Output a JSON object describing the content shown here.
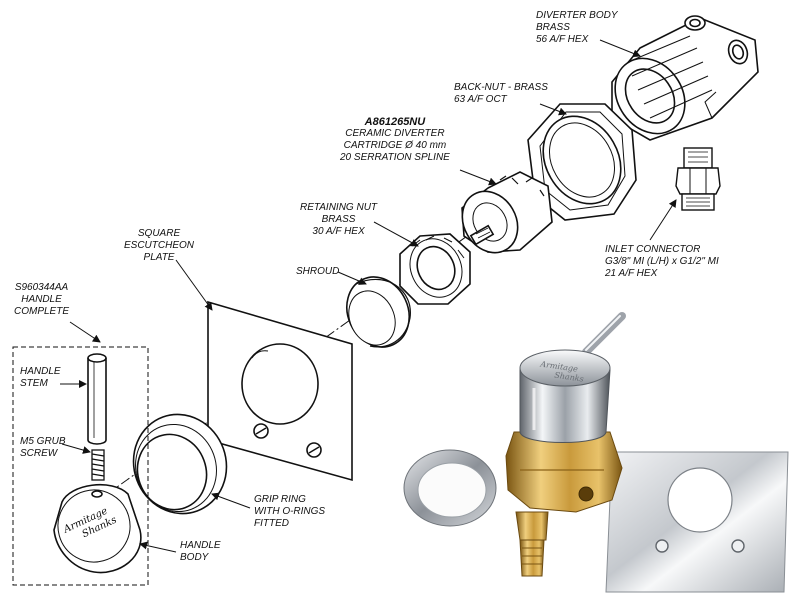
{
  "labels": {
    "diverter_body": [
      "DIVERTER BODY",
      "BRASS",
      "56 A/F HEX"
    ],
    "back_nut": [
      "BACK-NUT - BRASS",
      "63 A/F OCT"
    ],
    "cartridge_code": "A861265NU",
    "cartridge": [
      "CERAMIC DIVERTER",
      "CARTRIDGE Ø 40 mm",
      "20 SERRATION SPLINE"
    ],
    "retaining_nut": [
      "RETAINING NUT",
      "BRASS",
      "30 A/F HEX"
    ],
    "shroud": "SHROUD",
    "escutcheon": [
      "SQUARE",
      "ESCUTCHEON",
      "PLATE"
    ],
    "inlet_connector": [
      "INLET CONNECTOR",
      "G3/8\" MI (L/H) x G1/2\" MI",
      "21 A/F HEX"
    ],
    "handle_complete": [
      "S960344AA",
      "HANDLE",
      "COMPLETE"
    ],
    "handle_stem": [
      "HANDLE",
      "STEM"
    ],
    "grub_screw": [
      "M5 GRUB",
      "SCREW"
    ],
    "grip_ring": [
      "GRIP RING",
      "WITH O-RINGS",
      "FITTED"
    ],
    "handle_body": [
      "HANDLE",
      "BODY"
    ]
  },
  "logo_text": [
    "Armitage",
    "Shanks"
  ],
  "colors": {
    "line": "#111111",
    "brass": "#c99a3c",
    "chrome": "#c8ccd2",
    "chrome_dark": "#6e737a"
  }
}
